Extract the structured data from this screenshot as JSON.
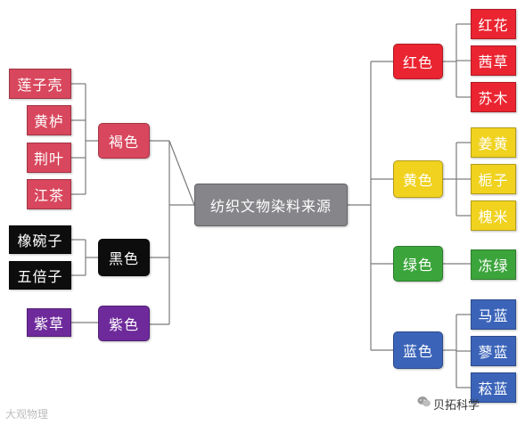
{
  "title": "纺织文物染料来源",
  "colors": {
    "root": "#86868a",
    "brown": "#d8475d",
    "black": "#0d0d0d",
    "purple": "#6e2a9b",
    "red": "#ea2430",
    "yellow": "#f0d21f",
    "green": "#3ba53b",
    "blue": "#3b64b9"
  },
  "categories": {
    "brown": {
      "label": "褐色",
      "items": [
        "莲子壳",
        "黄栌",
        "荆叶",
        "江茶"
      ]
    },
    "black": {
      "label": "黑色",
      "items": [
        "橡碗子",
        "五倍子"
      ]
    },
    "purple": {
      "label": "紫色",
      "items": [
        "紫草"
      ]
    },
    "red": {
      "label": "红色",
      "items": [
        "红花",
        "茜草",
        "苏木"
      ]
    },
    "yellow": {
      "label": "黄色",
      "items": [
        "姜黄",
        "栀子",
        "槐米"
      ]
    },
    "green": {
      "label": "绿色",
      "items": [
        "冻绿"
      ]
    },
    "blue": {
      "label": "蓝色",
      "items": [
        "马蓝",
        "蓼蓝",
        "菘蓝"
      ]
    }
  },
  "watermarks": {
    "left": "大观物理",
    "right": "贝拓科学"
  }
}
